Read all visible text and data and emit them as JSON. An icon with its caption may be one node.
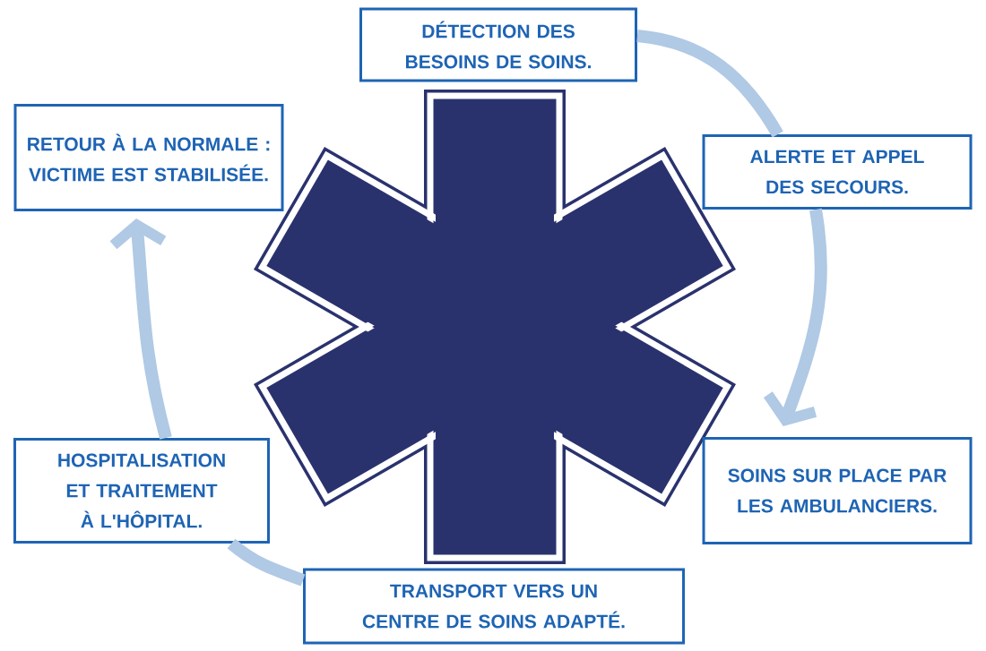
{
  "diagram": {
    "nodes": [
      {
        "text": [
          "DÉTECTION DES BESOINS DE SOINS."
        ]
      },
      {
        "text": [
          "RETOUR À LA NORMALE : VICTIME EST STABILISÉE."
        ]
      },
      {
        "text": [
          "ALERTE ET APPEL DES SECOURS."
        ]
      },
      {
        "text": [
          "HOSPITALISATION ET TRAITEMENT À L'HÔPITAL."
        ]
      },
      {
        "text": [
          "SOINS SUR PLACE PAR LES AMBULANCIERS."
        ]
      },
      {
        "text": [
          "TRANSPORT VERS UN CENTRE DE SOINS ADAPTÉ."
        ]
      }
    ],
    "edges": [
      {
        "from": 0,
        "to": 2,
        "arrow": "none"
      },
      {
        "from": 2,
        "to": 4,
        "arrow": "to"
      },
      {
        "from": 5,
        "to": 3,
        "arrow": "none"
      },
      {
        "from": 3,
        "to": 1,
        "arrow": "to"
      }
    ]
  }
}
